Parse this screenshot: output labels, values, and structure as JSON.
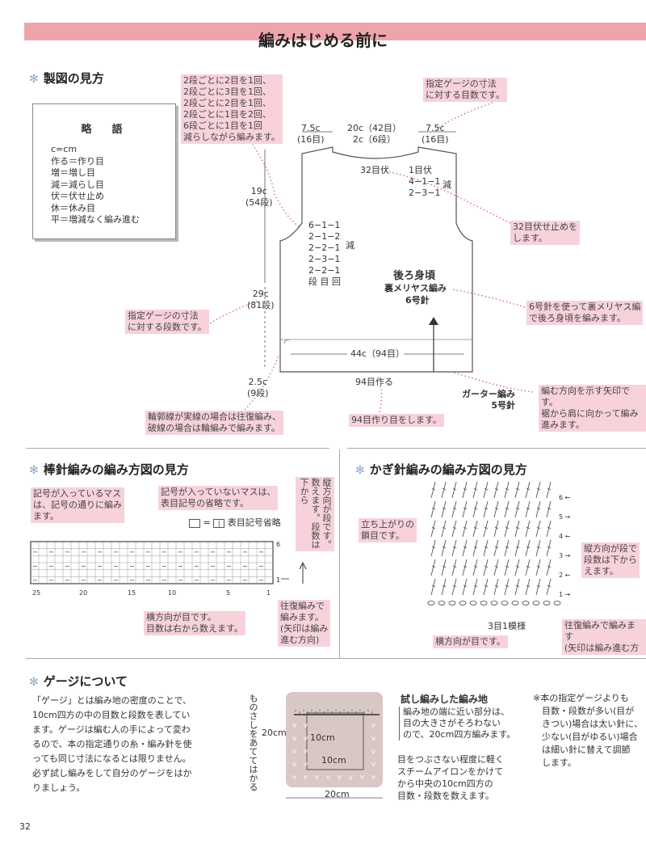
{
  "header": {
    "title": "編みはじめる前に"
  },
  "section1": {
    "title": "製図の見方",
    "abbr_title": "略　語",
    "abbr_items": [
      "c=cm",
      "作る＝作り目",
      "増＝増し目",
      "減＝減らし目",
      "伏＝伏せ止め",
      "休＝休み目",
      "平＝増減なく編み進む"
    ]
  },
  "schematic": {
    "notes": {
      "decrease_rule": [
        "2段ごとに2目を1回、",
        "2段ごとに3目を1回、",
        "2段ごとに2目を1回、",
        "2段ごとに1目を2回、",
        "6段ごとに1目を1回",
        "減らしながら編みます。"
      ],
      "gauge_stitch": [
        "指定ゲージの寸法",
        "に対する目数です。"
      ],
      "bind_off_32": [
        "32目伏せ止めを",
        "します。"
      ],
      "needle_6": [
        "6号針を使って裏メリヤス編",
        "で後ろ身頃を編みます。"
      ],
      "gauge_rows": [
        "指定ゲージの寸法",
        "に対する段数です。"
      ],
      "arrow_dir": [
        "編む方向を示す矢印です。",
        "裾から肩に向かって編み",
        "進みます。"
      ],
      "outline": [
        "輪郭線が実線の場合は往復編み、",
        "破線の場合は輪編みで編みます。"
      ],
      "cast_on_94": "94目作り目をします。"
    },
    "labels": {
      "shoulder_l": [
        "7.5c",
        "(16目)"
      ],
      "neck": [
        "20c（42目）",
        "2c（6段）"
      ],
      "shoulder_r": [
        "7.5c",
        "(16目)"
      ],
      "bind_32": "32目伏",
      "neck_dec": [
        "1目伏",
        "4−1−1",
        "2−3−1"
      ],
      "neck_dec_mark": "減",
      "armhole_h": [
        "19c",
        "(54段)"
      ],
      "armhole_dec": [
        "6−1−1",
        "2−1−2",
        "2−2−1",
        "2−3−1",
        "2−2−1",
        "段 目 回"
      ],
      "armhole_dec_mark": "減",
      "body_h": [
        "29c",
        "(81段)"
      ],
      "hem_h": [
        "2.5c",
        "(9段)"
      ],
      "piece": "後ろ身頃",
      "stitch": "裏メリヤス編み",
      "needle": "6号針",
      "width": "44c（94目）",
      "cast_on": "94目作る",
      "garter": [
        "ガーター編み",
        "5号針"
      ]
    }
  },
  "section2": {
    "title": "棒針編みの編み方図の見方",
    "note_symbol": [
      "記号が入っているマス",
      "は、記号の通りに編み",
      "ます。"
    ],
    "note_empty": [
      "記号が入っていないマスは、",
      "表目記号の省略です。"
    ],
    "legend": "表目記号省略",
    "note_vertical": "縦方向が段です。数えます。段数は下から",
    "note_horizontal": [
      "横方向が目です。",
      "目数は右から数えます。"
    ],
    "note_reverse": [
      "往復編みで",
      "編みます。",
      "(矢印は編み",
      "進む方向)"
    ],
    "col_numbers": [
      "25",
      "20",
      "15",
      "10",
      "5",
      "1"
    ],
    "row_numbers": [
      "6",
      "1"
    ]
  },
  "section3": {
    "title": "かぎ針編みの編み方図の見方",
    "note_chain": [
      "立ち上がりの",
      "鎖目です。"
    ],
    "note_vertical": [
      "縦方向が段で",
      "段数は下から",
      "えます。"
    ],
    "note_reverse": [
      "往復編みで編みます",
      "(矢印は編み進む方"
    ],
    "note_horizontal": "横方向が目です。",
    "repeat": "3目1模様",
    "row_numbers": [
      "6",
      "5",
      "4",
      "3",
      "2",
      "1"
    ]
  },
  "section4": {
    "title": "ゲージについて",
    "body": [
      "「ゲージ」とは編み地の密度のことで、",
      "10cm四方の中の目数と段数を表してい",
      "ます。ゲージは編む人の手によって変わ",
      "るので、本の指定通りの糸・編み針を使",
      "っても同じ寸法になるとは限りません。",
      "必ず試し編みをして自分のゲージをはか",
      "りましょう。"
    ],
    "ruler_caption": "ものさしをあててはかる",
    "swatch_title": "試し編みした編み地",
    "swatch_note": [
      "編み地の端に近い部分は、",
      "目の大きさがそろわない",
      "ので、20cm四方編みます。"
    ],
    "swatch_note2": [
      "目をつぶさない程度に軽く",
      "スチームアイロンをかけて",
      "から中央の10cm四方の",
      "目数・段数を数えます。"
    ],
    "dims": {
      "outer_w": "20cm",
      "outer_h": "20cm",
      "inner_w": "10cm",
      "inner_h": "10cm"
    },
    "side_note": [
      "※本の指定ゲージよりも",
      "　目数・段数が多い(目が",
      "　きつい)場合は太い針に、",
      "　少ない(目がゆるい)場合",
      "　は細い針に替えて調節",
      "　します。"
    ]
  },
  "footer": {
    "page": "32"
  },
  "colors": {
    "banner": "#efa4ab",
    "note_bg": "#f7d2db",
    "swatch": "#d9c7c5",
    "star": "#8ea9cc"
  }
}
